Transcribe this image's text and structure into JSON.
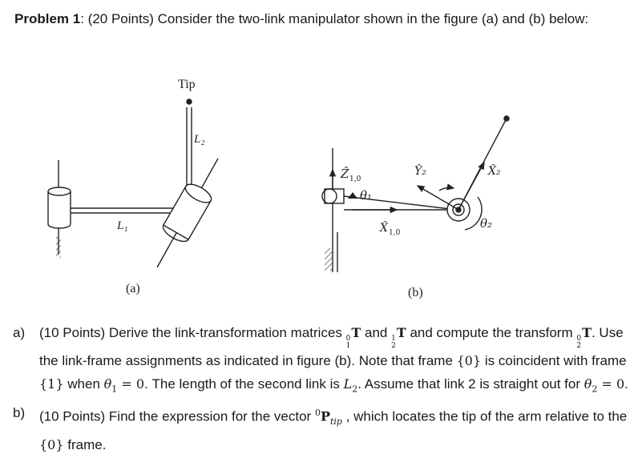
{
  "problem": {
    "label": "Problem 1",
    "colon": ":",
    "statement": " (20 Points) Consider the two-link manipulator shown in the figure (a) and (b) below:"
  },
  "figure_a": {
    "tip_label": "Tip",
    "l2_label": "L₂",
    "l1_label": "L₁",
    "caption": "(a)"
  },
  "figure_b": {
    "z_hat": "Ẑ",
    "z_sub": "1,0",
    "theta1": "θ₁",
    "x_hat": "X̂",
    "x_sub": "1,0",
    "y2": "Ŷ₂",
    "x2": "X̂₂",
    "theta2": "θ₂",
    "caption": "(b)"
  },
  "part_a": {
    "marker": "a)",
    "t1": "(10 Points) Derive the link-transformation matrices ",
    "m1_top": "0",
    "m1_bot": "1",
    "m_T": "T",
    "and": " and ",
    "m2_top": "1",
    "m2_bot": "2",
    "t2": " and compute the transform ",
    "m3_top": "0",
    "m3_bot": "2",
    "t3": ".  Use the link-frame assignments as indicated in figure (b).  Note that frame ",
    "f0": "{0}",
    "t4": " is coincident with frame ",
    "f1": "{1}",
    "t5": " when ",
    "theta1": "θ",
    "sub1": "1",
    "eq0": " = 0",
    "t6": ".  The length of the second link is ",
    "L": "L",
    "sub2": "2",
    "t7": ".  Assume that link 2 is straight out for ",
    "theta2": "θ",
    "sub2b": "2",
    "eq0b": " = 0",
    "t8": "."
  },
  "part_b": {
    "marker": "b)",
    "t1": "(10 Points) Find the expression for the vector ",
    "sup0": "0",
    "P": "P",
    "tip": "tip",
    "t2": " , which locates the tip of the arm relative to the ",
    "f0": "{0}",
    "t3": " frame."
  }
}
